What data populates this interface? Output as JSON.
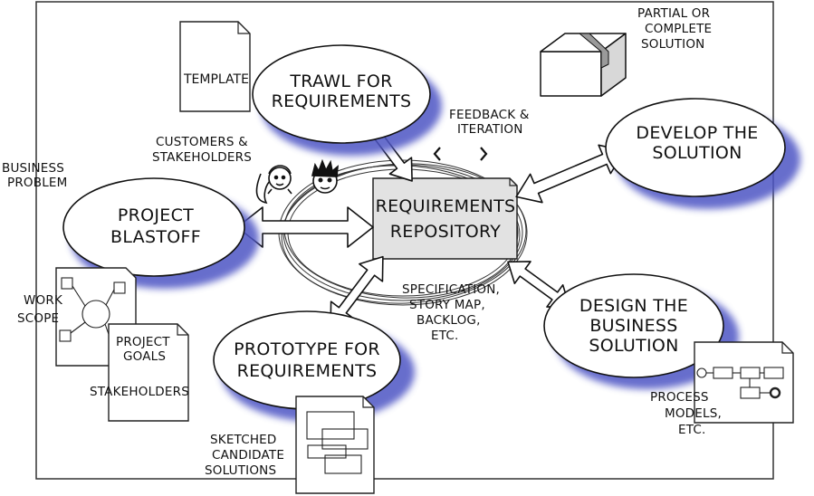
{
  "nodes": {
    "trawl": {
      "lines": [
        "TRAWL FOR",
        "REQUIREMENTS"
      ]
    },
    "develop": {
      "lines": [
        "DEVELOP THE",
        "SOLUTION"
      ]
    },
    "blastoff": {
      "lines": [
        "PROJECT",
        "BLASTOFF"
      ]
    },
    "design": {
      "lines": [
        "DESIGN THE",
        "BUSINESS",
        "SOLUTION"
      ]
    },
    "prototype": {
      "lines": [
        "PROTOTYPE FOR",
        "REQUIREMENTS"
      ]
    },
    "repository": {
      "lines": [
        "REQUIREMENTS",
        "REPOSITORY"
      ]
    }
  },
  "annotations": {
    "template": "TEMPLATE",
    "solution_box": [
      "PARTIAL OR",
      "COMPLETE",
      "SOLUTION"
    ],
    "feedback": [
      "FEEDBACK &",
      "ITERATION"
    ],
    "customers": [
      "CUSTOMERS &",
      "STAKEHOLDERS"
    ],
    "business_problem": [
      "BUSINESS",
      "PROBLEM"
    ],
    "work_scope": [
      "WORK",
      "SCOPE"
    ],
    "project_goals": [
      "PROJECT",
      "GOALS"
    ],
    "stakeholders": "STAKEHOLDERS",
    "specification": [
      "SPECIFICATION,",
      "STORY MAP,",
      "BACKLOG,",
      "ETC."
    ],
    "process_models": [
      "PROCESS",
      "MODELS,",
      "ETC."
    ],
    "sketched": [
      "SKETCHED",
      "CANDIDATE",
      "SOLUTIONS"
    ]
  }
}
